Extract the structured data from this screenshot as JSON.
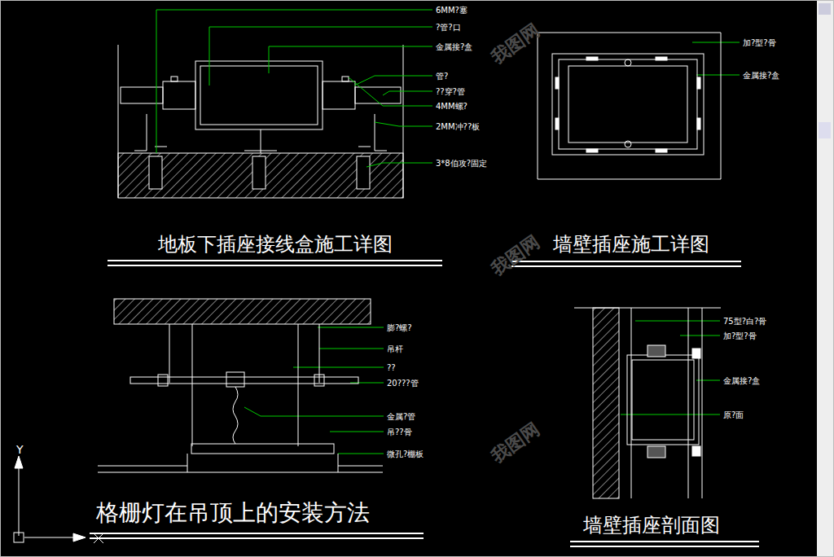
{
  "diagram": {
    "labels": [
      "6MM?塞",
      "?管?口",
      "金属接?盒",
      "管?",
      "??穿?管",
      "4MM螺?",
      "2MM冲??板",
      "3*8伯攻?固定",
      "加?型?骨",
      "金属接?盒",
      "膨?螺?",
      "吊杆",
      "??",
      "20???管",
      "金属?管",
      "吊??骨",
      "微孔?棚板",
      "75型?白?骨",
      "加?型?骨",
      "金属接?盒",
      "原?面",
      "地板下插座接线盒施工详图",
      "墙壁插座施工详图",
      "格栅灯在吊顶上的安装方法",
      "墙壁插座剖面图",
      "Y",
      "我图网",
      "我图网",
      "我图网"
    ]
  }
}
